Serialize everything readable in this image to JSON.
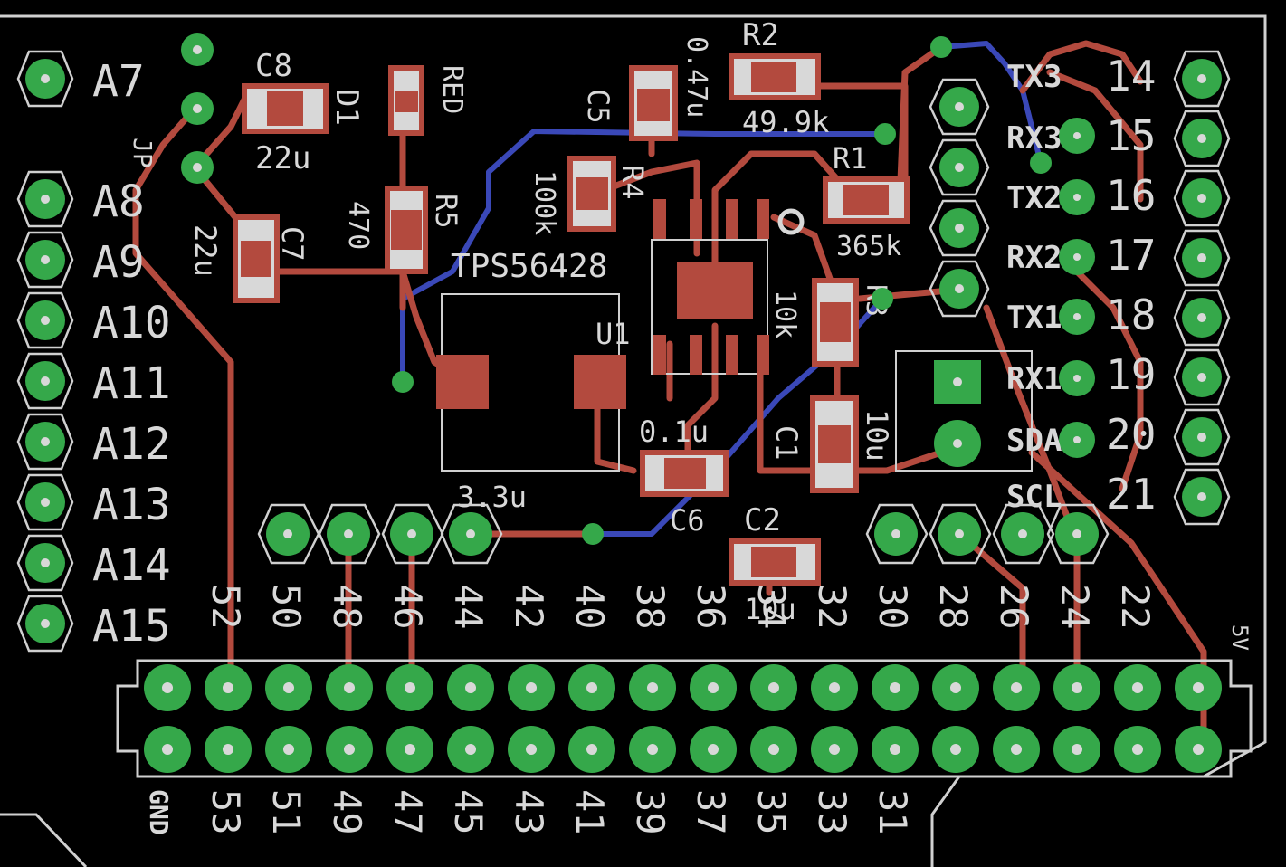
{
  "analog_labels": [
    "A7",
    "A8",
    "A9",
    "A10",
    "A11",
    "A12",
    "A13",
    "A14",
    "A15"
  ],
  "comm_labels": [
    "TX3",
    "RX3",
    "TX2",
    "RX2",
    "TX1",
    "RX1",
    "SDA",
    "SCL"
  ],
  "comm_numbers": [
    "14",
    "15",
    "16",
    "17",
    "18",
    "19",
    "20",
    "21"
  ],
  "top_header_numbers": [
    "52",
    "50",
    "48",
    "46",
    "44",
    "42",
    "40",
    "38",
    "36",
    "34",
    "32",
    "30",
    "28",
    "26",
    "24",
    "22"
  ],
  "bottom_header_numbers": [
    "53",
    "51",
    "49",
    "47",
    "45",
    "43",
    "41",
    "39",
    "37",
    "35",
    "33",
    "31"
  ],
  "power_labels": {
    "gnd": "GND",
    "v5": "5V"
  },
  "components": {
    "c8": {
      "ref": "C8",
      "value": "22u"
    },
    "c7": {
      "ref": "C7",
      "value": "22u"
    },
    "d1": {
      "ref": "D1",
      "value": "RED"
    },
    "r5": {
      "ref": "R5",
      "value": "470"
    },
    "c5": {
      "ref": "C5",
      "value": "0.47u"
    },
    "r4": {
      "ref": "R4",
      "value": "100k"
    },
    "r2": {
      "ref": "R2",
      "value": "49.9k"
    },
    "r1": {
      "ref": "R1",
      "value": "365k"
    },
    "r3": {
      "ref": "R3",
      "value": "10k"
    },
    "u1": {
      "ref": "U1",
      "value": "TPS56428"
    },
    "c6": {
      "ref": "C6",
      "value": "0.1u"
    },
    "l1": {
      "value": "3.3u"
    },
    "c1": {
      "ref": "C1",
      "value": "10u"
    },
    "c2": {
      "ref": "C2",
      "value": "10u"
    },
    "jp": {
      "ref": "JP"
    }
  },
  "colors": {
    "background": "#000000",
    "copper_top": "#b34a3e",
    "copper_bottom": "#3a48b8",
    "pad": "#35a84a",
    "silkscreen": "#d8d8d8"
  }
}
